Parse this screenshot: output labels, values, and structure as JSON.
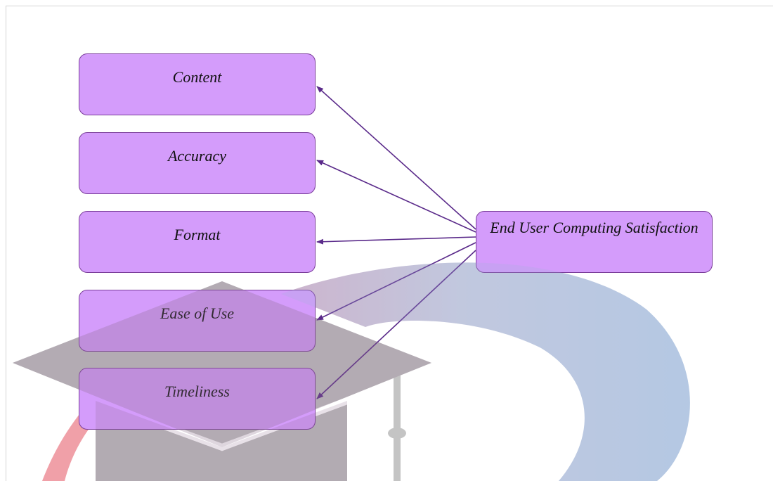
{
  "diagram": {
    "hub": {
      "label": "End User Computing Satisfaction"
    },
    "factors": [
      {
        "label": "Content"
      },
      {
        "label": "Accuracy"
      },
      {
        "label": "Format"
      },
      {
        "label": "Ease of Use"
      },
      {
        "label": "Timeliness"
      }
    ],
    "edges": [
      {
        "from": "End User Computing Satisfaction",
        "to": "Content"
      },
      {
        "from": "End User Computing Satisfaction",
        "to": "Accuracy"
      },
      {
        "from": "End User Computing Satisfaction",
        "to": "Format"
      },
      {
        "from": "End User Computing Satisfaction",
        "to": "Ease of Use"
      },
      {
        "from": "End User Computing Satisfaction",
        "to": "Timeliness"
      }
    ]
  },
  "colors": {
    "node_fill": "#d49cfb",
    "node_border": "#7a3d9a",
    "arrow": "#5a2a8a",
    "watermark_gray": "#bdbdbd",
    "watermark_blue": "#b7cce6",
    "watermark_red": "#f0a0a8"
  },
  "icons": {
    "watermark": "graduation-cap-logo-watermark"
  }
}
